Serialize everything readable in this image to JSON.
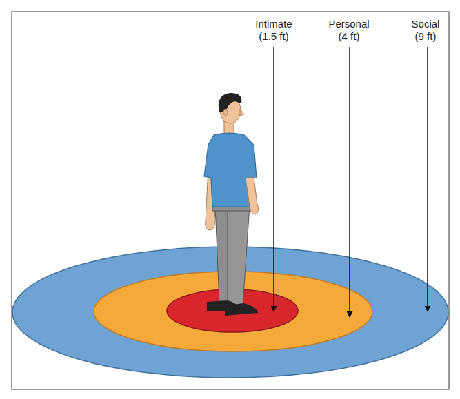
{
  "diagram": {
    "labels": [
      "Intimate (1.5 ft)",
      "Personal (4 ft)",
      "Social (9 ft)"
    ]
  }
}
